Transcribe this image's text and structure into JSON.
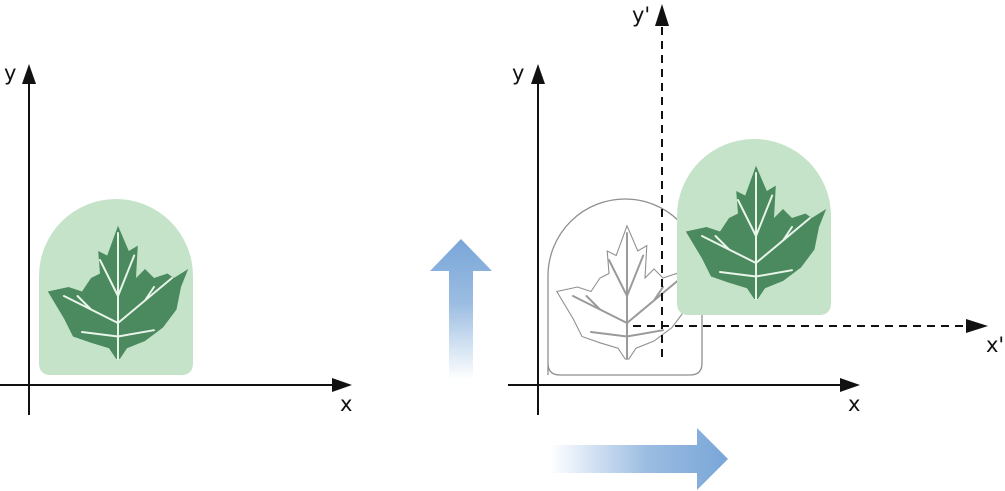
{
  "left_panel": {
    "x_axis_label": "x",
    "y_axis_label": "y"
  },
  "right_panel": {
    "x_axis_label": "x",
    "y_axis_label": "y",
    "translated_x_axis_label": "x'",
    "translated_y_axis_label": "y'"
  },
  "colors": {
    "axis": "#111111",
    "tile_fill": "#c5e3c9",
    "leaf_fill": "#4b8a5e",
    "vein": "#e9f5ea",
    "ghost_outline": "#8f8f8f",
    "arrow_blue": "#79a6d8"
  },
  "icons": {
    "leaf": "maple-leaf-icon",
    "vertical_arrow": "arrow-up-icon",
    "horizontal_arrow": "arrow-right-icon"
  }
}
